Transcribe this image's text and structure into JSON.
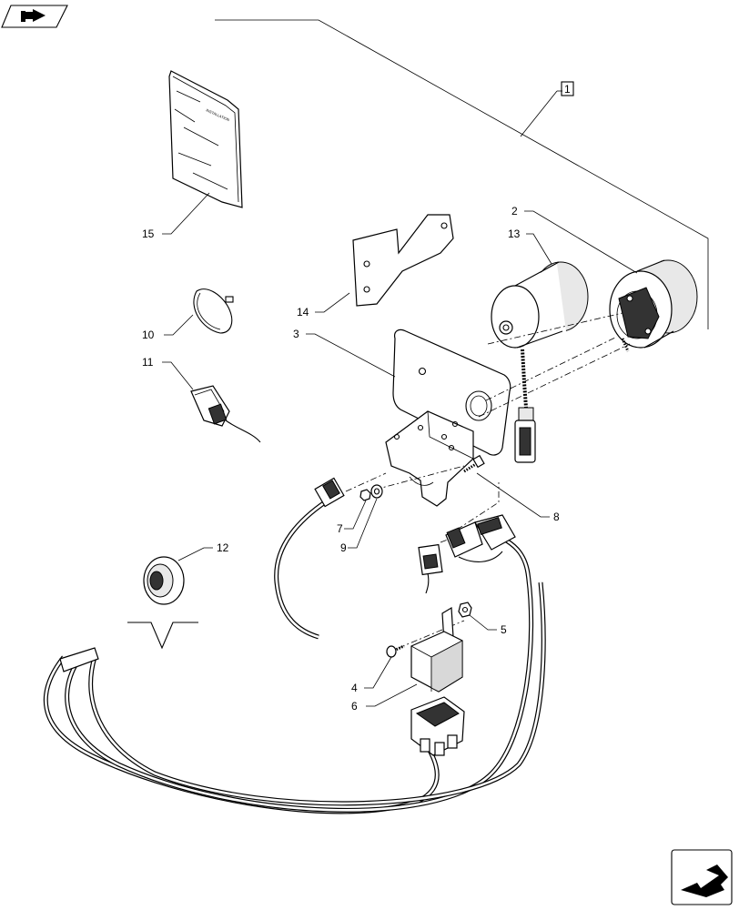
{
  "callouts": {
    "kit": "1",
    "p2": "2",
    "p3": "3",
    "p4": "4",
    "p5": "5",
    "p6": "6",
    "p7": "7",
    "p8": "8",
    "p9": "9",
    "p10": "10",
    "p11": "11",
    "p12": "12",
    "p13": "13",
    "p14": "14",
    "p15": "15"
  },
  "icons": {
    "top_left": "previous-page-arrow-icon",
    "bottom_right": "next-page-arrow-icon"
  }
}
